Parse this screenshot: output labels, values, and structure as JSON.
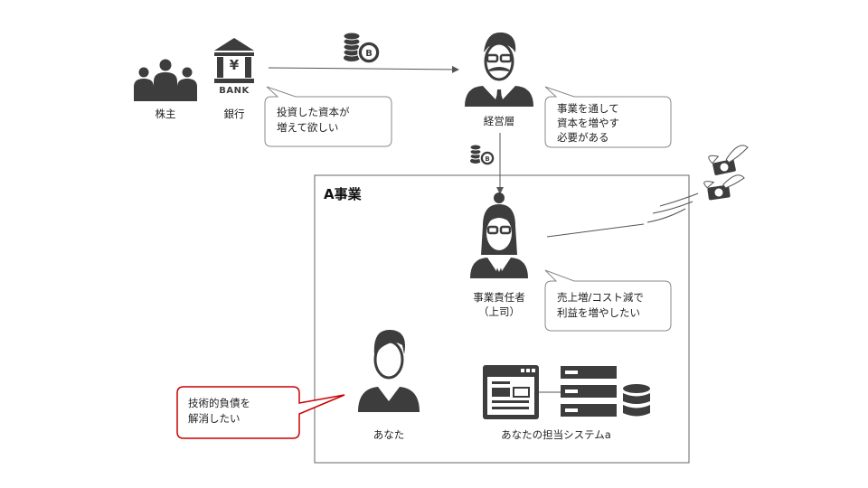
{
  "labels": {
    "shareholders": "株主",
    "bank": "銀行",
    "bank_sign": "BANK",
    "bank_symbol": "¥",
    "management": "経営層",
    "business_lead_1": "事業責任者",
    "business_lead_2": "（上司）",
    "you": "あなた",
    "your_system": "あなたの担当システムa"
  },
  "frame": {
    "title": "A事業"
  },
  "bubbles": {
    "bank_1": "投資した資本が",
    "bank_2": "増えて欲しい",
    "management_1": "事業を通して",
    "management_2": "資本を増やす",
    "management_3": "必要がある",
    "lead_1": "売上増/コスト減で",
    "lead_2": "利益を増やしたい",
    "you_1": "技術的負債を",
    "you_2": "解消したい"
  },
  "colors": {
    "icon": "#3d3d3d",
    "line": "#555555",
    "bubble_border": "#888888",
    "highlight": "#cc0000"
  },
  "icons": [
    "people-group-icon",
    "bank-icon",
    "coins-icon",
    "manager-man-icon",
    "manager-woman-icon",
    "person-icon",
    "browser-window-icon",
    "server-icon",
    "database-icon",
    "flying-money-icon"
  ]
}
